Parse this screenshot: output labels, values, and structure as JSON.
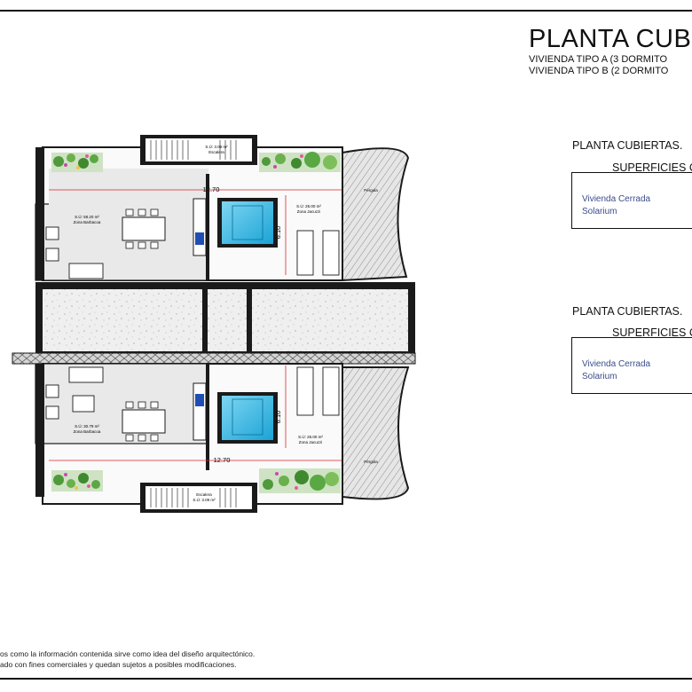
{
  "header": {
    "title": "PLANTA CUB",
    "subtitle_a": "VIVIENDA TIPO A (3 DORMITO",
    "subtitle_b": "VIVIENDA TIPO B (2 DORMITO"
  },
  "tables": [
    {
      "section_title": "PLANTA CUBIERTAS.",
      "header": "SUPERFICIES C",
      "rows": [
        "Vivienda Cerrada",
        "Solarium"
      ]
    },
    {
      "section_title": "PLANTA CUBIERTAS.",
      "header": "SUPERFICIES C",
      "rows": [
        "Vivienda Cerrada",
        "Solarium"
      ]
    }
  ],
  "plan": {
    "upper": {
      "stair_label": "Escalera",
      "stair_area": "S.Ú: 3.09 m²",
      "bbq_area": "S.Ú: 58.20 m²",
      "bbq_label": "Zona Barbacoa",
      "jacuzzi_area": "S.Ú: 26.00 m²",
      "jacuzzi_label": "Zona Jacuzzi",
      "pergola_label": "Pérgola",
      "dim_horizontal": "12.70",
      "dim_vertical": "6.10"
    },
    "lower": {
      "stair_label": "Escalera",
      "stair_area": "S.Ú: 3.09 m²",
      "bbq_area": "S.Ú: 30.79 m²",
      "bbq_label": "Zona Barbacoa",
      "jacuzzi_area": "S.Ú: 26.00 m²",
      "jacuzzi_label": "Zona Jacuzzi",
      "pergola_label": "Pérgola",
      "dim_horizontal": "12.70",
      "dim_vertical": "6.10"
    }
  },
  "disclaimer": {
    "line1": "os como la información contenida sirve como idea del diseño arquitectónico.",
    "line2": "ado con fines comerciales y quedan sujetos a posibles modificaciones."
  },
  "colors": {
    "wall": "#1a1a1a",
    "floor": "#e8e8ea",
    "pool": "#29b3e0",
    "deck": "#d9d9d9",
    "plant_green": "#4f9a3a",
    "dim_red": "#d9262a",
    "label_blue": "#3b4d8c"
  }
}
